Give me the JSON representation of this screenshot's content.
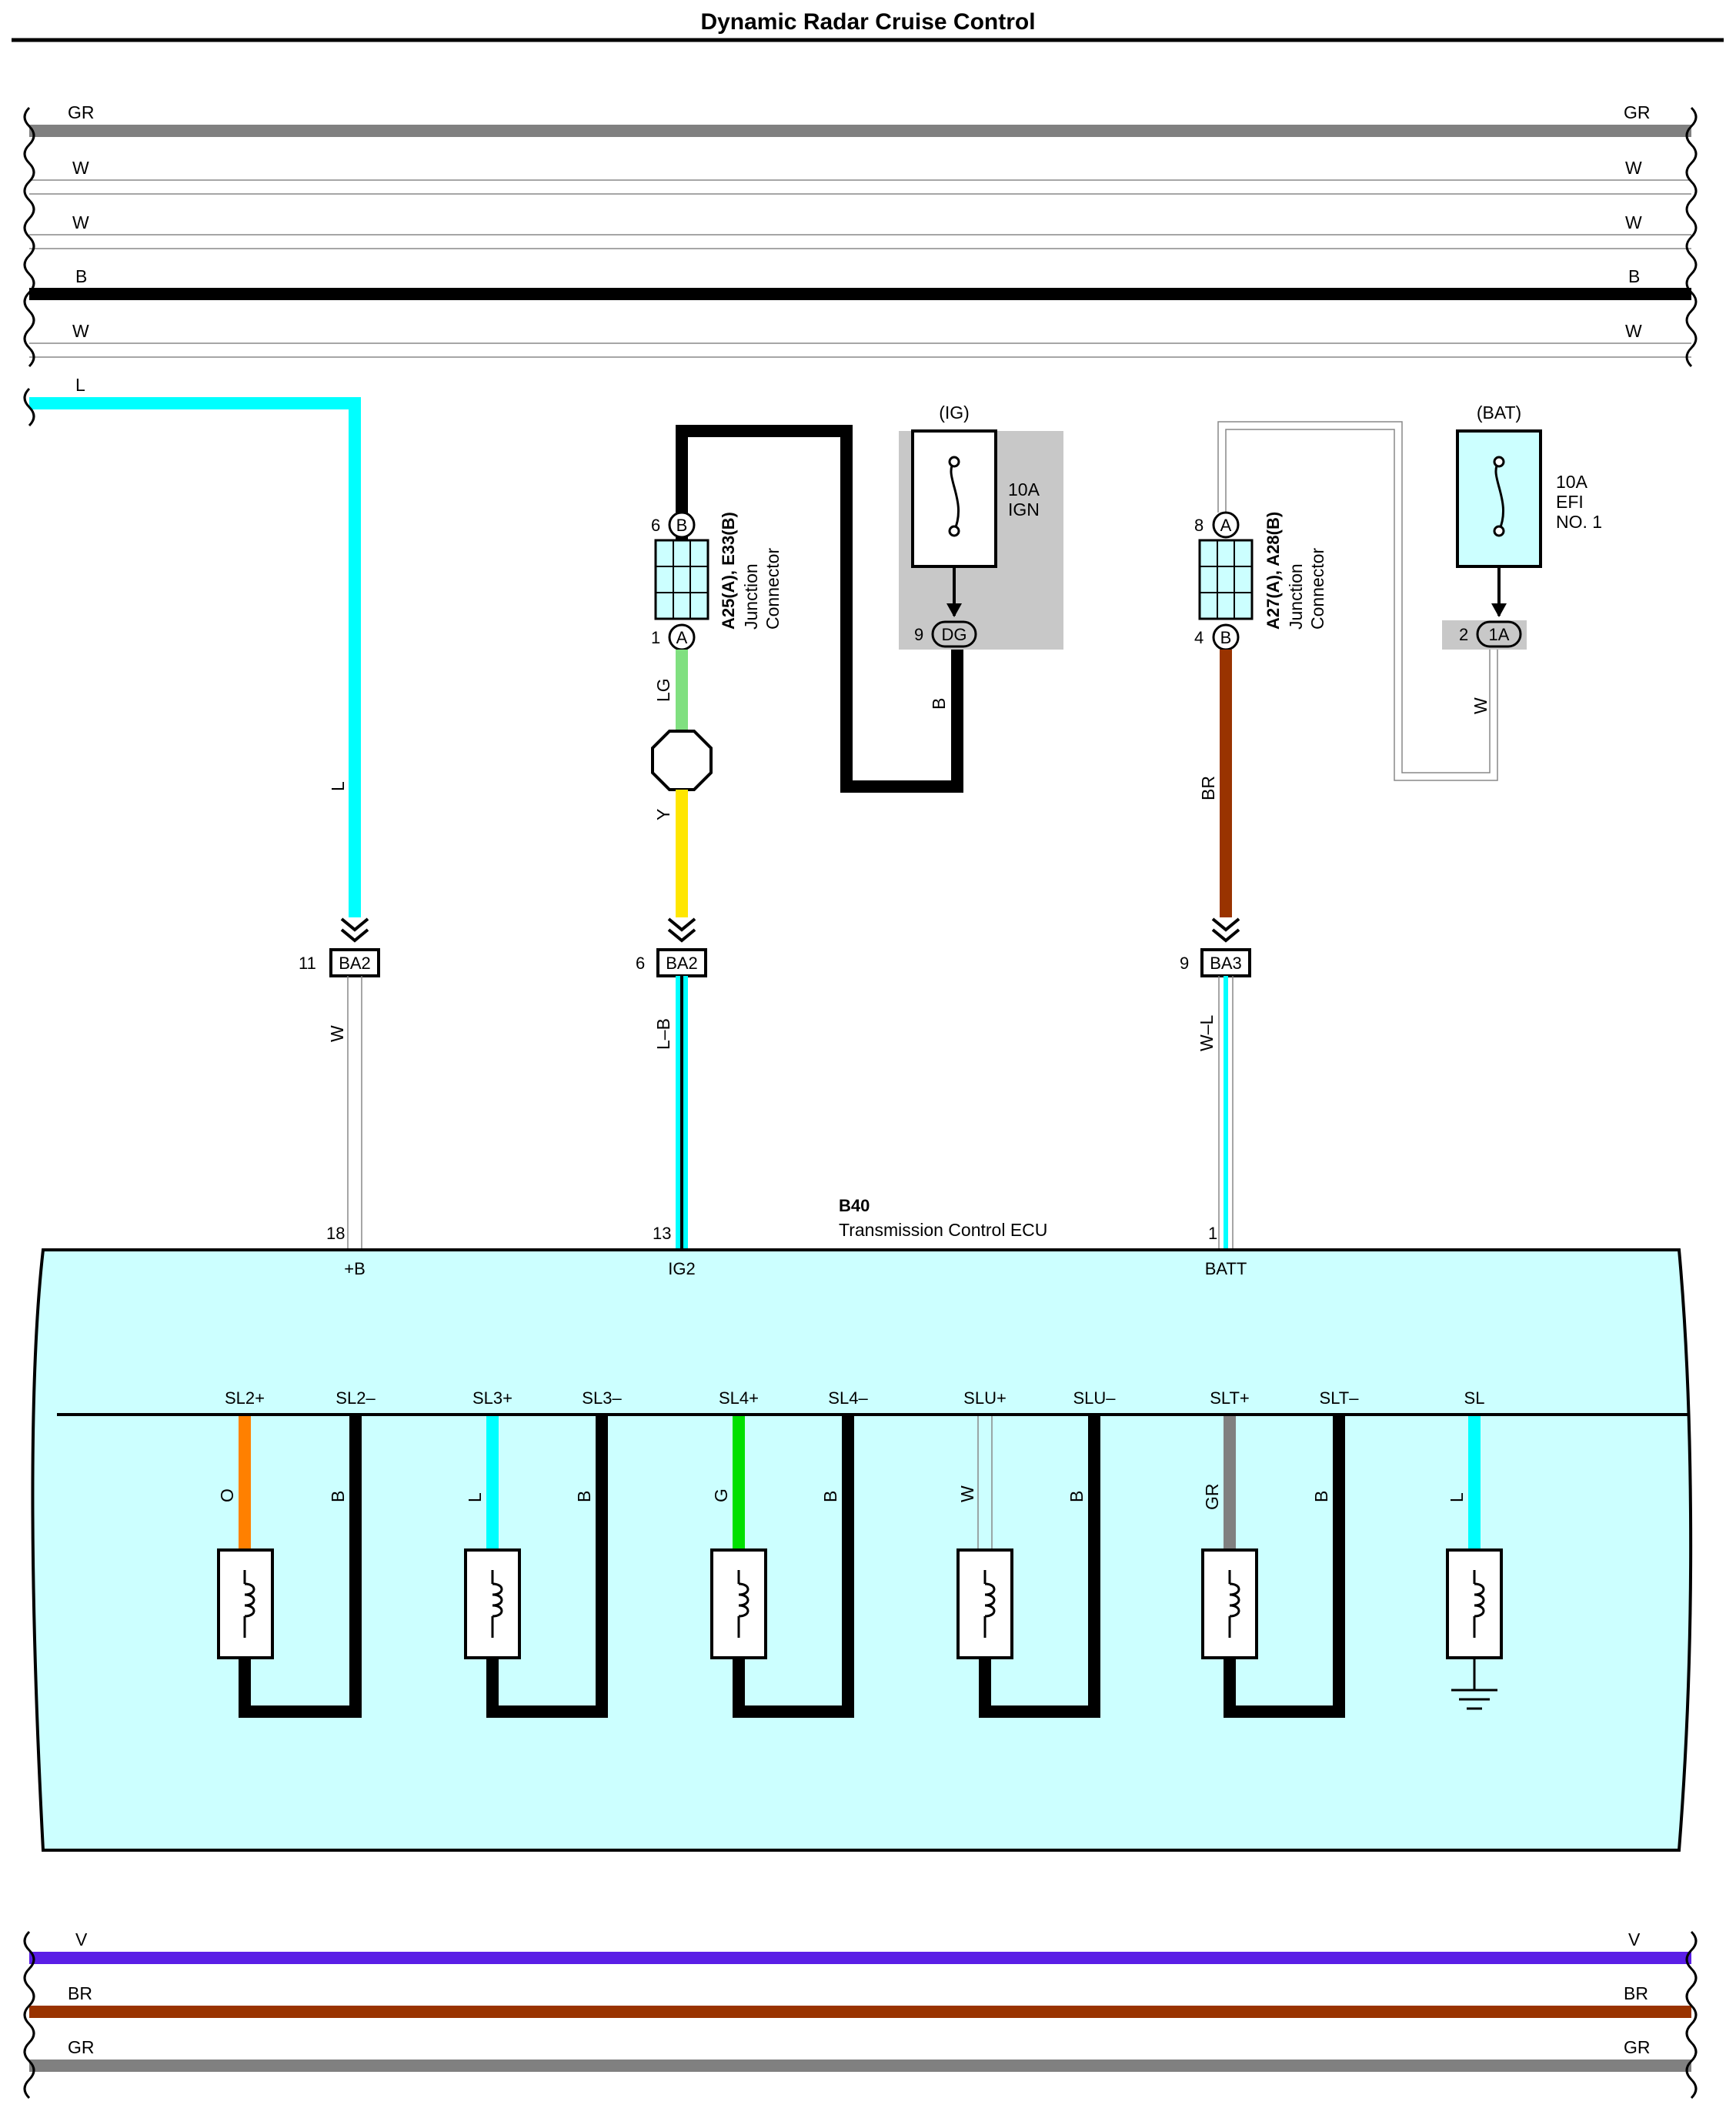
{
  "title": "Dynamic Radar Cruise Control",
  "top_wires": [
    {
      "color_code": "GR",
      "hex": "#808080",
      "heavy": true
    },
    {
      "color_code": "W",
      "hex": "#ffffff",
      "heavy": false
    },
    {
      "color_code": "W",
      "hex": "#ffffff",
      "heavy": false
    },
    {
      "color_code": "B",
      "hex": "#000000",
      "heavy": true
    },
    {
      "color_code": "W",
      "hex": "#ffffff",
      "heavy": false
    }
  ],
  "bottom_wires": [
    {
      "color_code": "V",
      "hex": "#5a1ee6",
      "heavy": true
    },
    {
      "color_code": "BR",
      "hex": "#993300",
      "heavy": true
    },
    {
      "color_code": "GR",
      "hex": "#808080",
      "heavy": true
    }
  ],
  "branch_wire_l": {
    "color_code": "L",
    "hex": "#00ffff"
  },
  "junction_left": {
    "name_line1": "A25(A), E33(B)",
    "name_line2": "Junction",
    "name_line3": "Connector",
    "top_pin": "6",
    "top_pin_letter": "B",
    "bottom_pin": "1",
    "bottom_pin_letter": "A"
  },
  "junction_right": {
    "name_line1": "A27(A), A28(B)",
    "name_line2": "Junction",
    "name_line3": "Connector",
    "top_pin": "8",
    "top_pin_letter": "A",
    "bottom_pin": "4",
    "bottom_pin_letter": "B"
  },
  "fuse_ig": {
    "supply": "(IG)",
    "rating": "10A",
    "name": "IGN",
    "pin": "9",
    "connector": "DG"
  },
  "fuse_bat": {
    "supply": "(BAT)",
    "rating": "10A",
    "name_line1": "EFI",
    "name_line2": "NO. 1",
    "pin": "2",
    "connector": "1A"
  },
  "wire_labels": {
    "lg": "LG",
    "y": "Y",
    "b": "B",
    "br": "BR",
    "w": "W",
    "l": "L",
    "w_lower": "W",
    "lb": "L–B",
    "wl": "W–L"
  },
  "connectors_ba": [
    {
      "pin": "11",
      "name": "BA2"
    },
    {
      "pin": "6",
      "name": "BA2"
    },
    {
      "pin": "9",
      "name": "BA3"
    }
  ],
  "ecu": {
    "code": "B40",
    "name": "Transmission Control ECU",
    "pins": [
      {
        "pin": "18",
        "name": "+B"
      },
      {
        "pin": "13",
        "name": "IG2"
      },
      {
        "pin": "1",
        "name": "BATT"
      }
    ],
    "fill": "#ccffff"
  },
  "solenoids": [
    {
      "plus": "SL2+",
      "minus": "SL2–",
      "wire": "O",
      "hex": "#ff8000",
      "ground_wire": "B"
    },
    {
      "plus": "SL3+",
      "minus": "SL3–",
      "wire": "L",
      "hex": "#00ffff",
      "ground_wire": "B"
    },
    {
      "plus": "SL4+",
      "minus": "SL4–",
      "wire": "G",
      "hex": "#00e000",
      "ground_wire": "B"
    },
    {
      "plus": "SLU+",
      "minus": "SLU–",
      "wire": "W",
      "hex": "#ffffff",
      "ground_wire": "B"
    },
    {
      "plus": "SLT+",
      "minus": "SLT–",
      "wire": "GR",
      "hex": "#808080",
      "ground_wire": "B"
    },
    {
      "plus": "SL",
      "minus": "",
      "wire": "L",
      "hex": "#00ffff",
      "ground_wire": ""
    }
  ]
}
